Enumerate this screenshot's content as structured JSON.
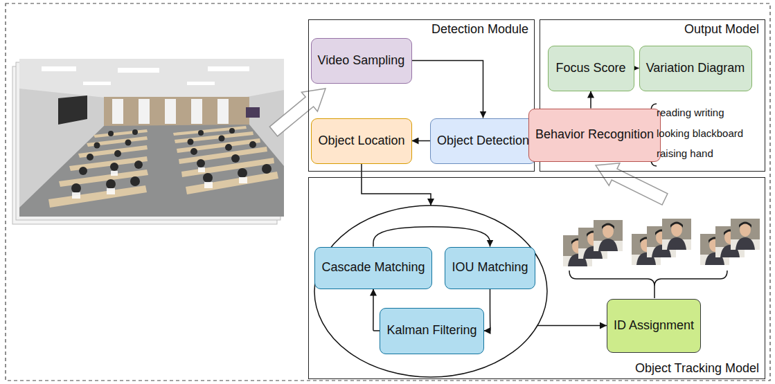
{
  "diagram": {
    "nodes": [
      {
        "text": [
          "Detection Module"
        ]
      },
      {
        "text": [
          "Video Sampling"
        ],
        "in": 0
      },
      {
        "text": [
          "Object Location"
        ],
        "in": 0
      },
      {
        "text": [
          "Object Detection"
        ],
        "in": 0
      },
      {
        "text": [
          "Output Model"
        ]
      },
      {
        "text": [
          "Focus Score"
        ],
        "in": 4
      },
      {
        "text": [
          "Variation Diagram"
        ],
        "in": 4
      },
      {
        "text": [
          "Behavior Recognition"
        ],
        "in": 4
      },
      {
        "text": [
          "Object Tracking Model"
        ]
      },
      {
        "text": [
          "Cascade Matching"
        ],
        "in": 8
      },
      {
        "text": [
          "IOU Matching"
        ],
        "in": 8
      },
      {
        "text": [
          "Kalman Filtering"
        ],
        "in": 8
      },
      {
        "text": [
          "ID Assignment"
        ],
        "in": 8
      }
    ],
    "edges": [
      {
        "from": 1,
        "to": 3,
        "arrow": "to"
      },
      {
        "from": 3,
        "to": 2,
        "arrow": "to"
      },
      {
        "from": 9,
        "to": 10,
        "arrow": "to"
      },
      {
        "from": 10,
        "to": 11,
        "arrow": "to"
      },
      {
        "from": 11,
        "to": 9,
        "arrow": "to"
      },
      {
        "from": 5,
        "to": 6,
        "arrow": "to"
      },
      {
        "from": 7,
        "to": 5,
        "arrow": "to"
      }
    ],
    "labels": [
      "reading writing",
      "looking blackboard",
      "raising hand"
    ]
  }
}
